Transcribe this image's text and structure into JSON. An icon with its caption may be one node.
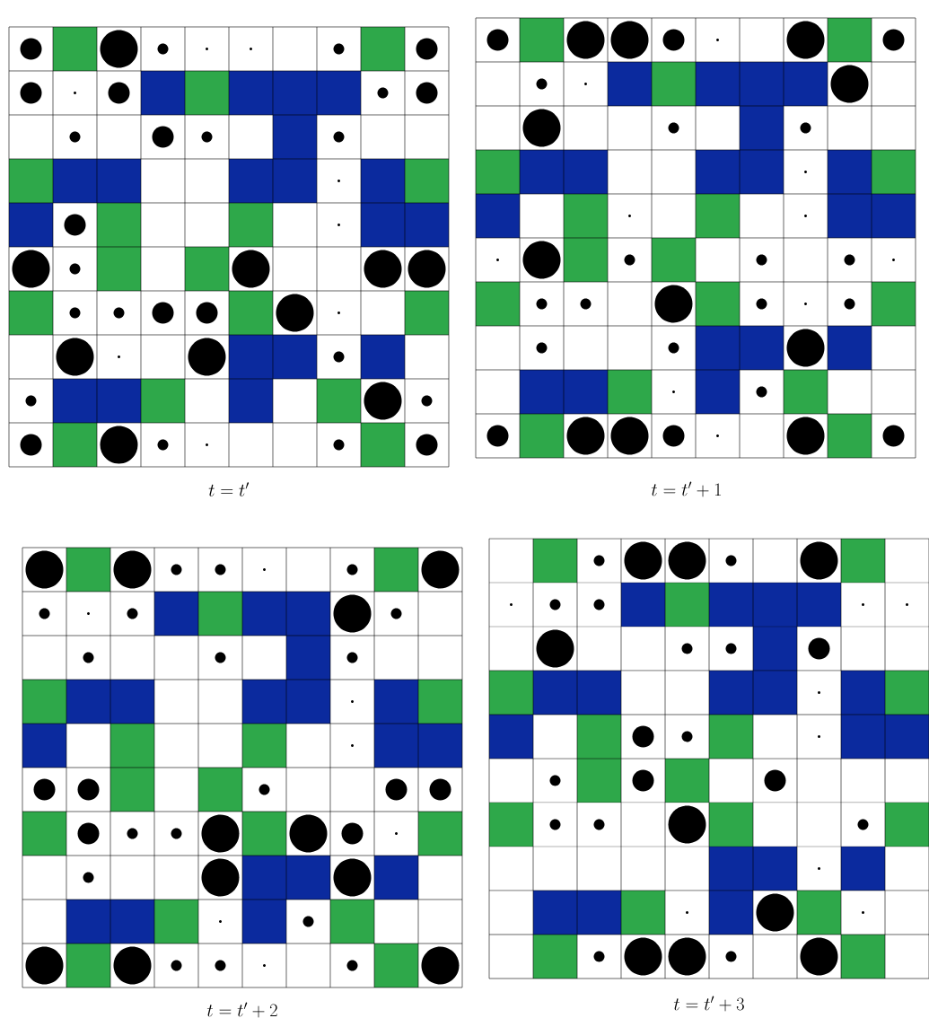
{
  "diagram": {
    "labels": [
      "t = t'",
      "t = t' + 1",
      "t = t' + 2",
      "t = t' + 3"
    ]
  }
}
